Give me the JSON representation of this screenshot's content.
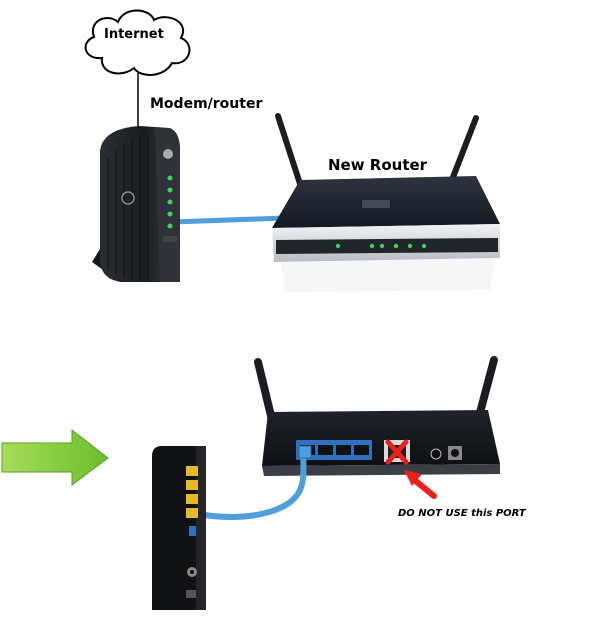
{
  "labels": {
    "cloud": "Internet",
    "modem": "Modem/router",
    "new_router": "New Router",
    "warning": "DO NOT USE this PORT"
  },
  "colors": {
    "cable": "#4f9fdd",
    "arrow_fill": "#8ccf3f",
    "warning_red": "#e8221b",
    "port_yellow": "#e6b92a",
    "led_green": "#3fd44a",
    "lan_blue": "#2f6fbf"
  }
}
